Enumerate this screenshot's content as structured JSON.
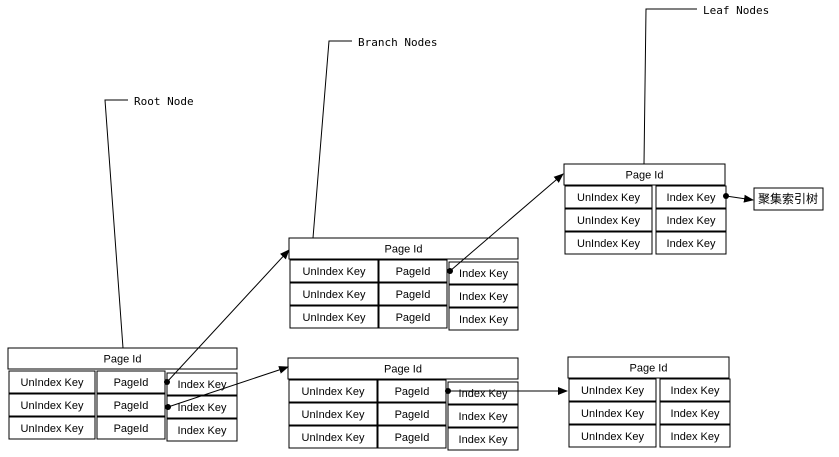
{
  "labels": {
    "root": "Root Node",
    "branch": "Branch Nodes",
    "leaf": "Leaf Nodes"
  },
  "nodes": [
    {
      "id": "root",
      "header": "Page Id",
      "rows": [
        [
          "UnIndex Key",
          "PageId",
          "Index Key"
        ],
        [
          "UnIndex Key",
          "PageId",
          "Index Key"
        ],
        [
          "UnIndex Key",
          "PageId",
          "Index Key"
        ]
      ]
    },
    {
      "id": "branch-top",
      "header": "Page Id",
      "rows": [
        [
          "UnIndex Key",
          "PageId",
          "Index Key"
        ],
        [
          "UnIndex Key",
          "PageId",
          "Index Key"
        ],
        [
          "UnIndex Key",
          "PageId",
          "Index Key"
        ]
      ]
    },
    {
      "id": "branch-bottom",
      "header": "Page Id",
      "rows": [
        [
          "UnIndex Key",
          "PageId",
          "Index Key"
        ],
        [
          "UnIndex Key",
          "PageId",
          "Index Key"
        ],
        [
          "UnIndex Key",
          "PageId",
          "Index Key"
        ]
      ]
    },
    {
      "id": "leaf-top",
      "header": "Page Id",
      "rows": [
        [
          "UnIndex Key",
          "Index Key"
        ],
        [
          "UnIndex Key",
          "Index Key"
        ],
        [
          "UnIndex Key",
          "Index Key"
        ]
      ]
    },
    {
      "id": "leaf-bottom",
      "header": "Page Id",
      "rows": [
        [
          "UnIndex Key",
          "Index Key"
        ],
        [
          "UnIndex Key",
          "Index Key"
        ],
        [
          "UnIndex Key",
          "Index Key"
        ]
      ]
    }
  ],
  "clustered_tree": "聚集索引树"
}
